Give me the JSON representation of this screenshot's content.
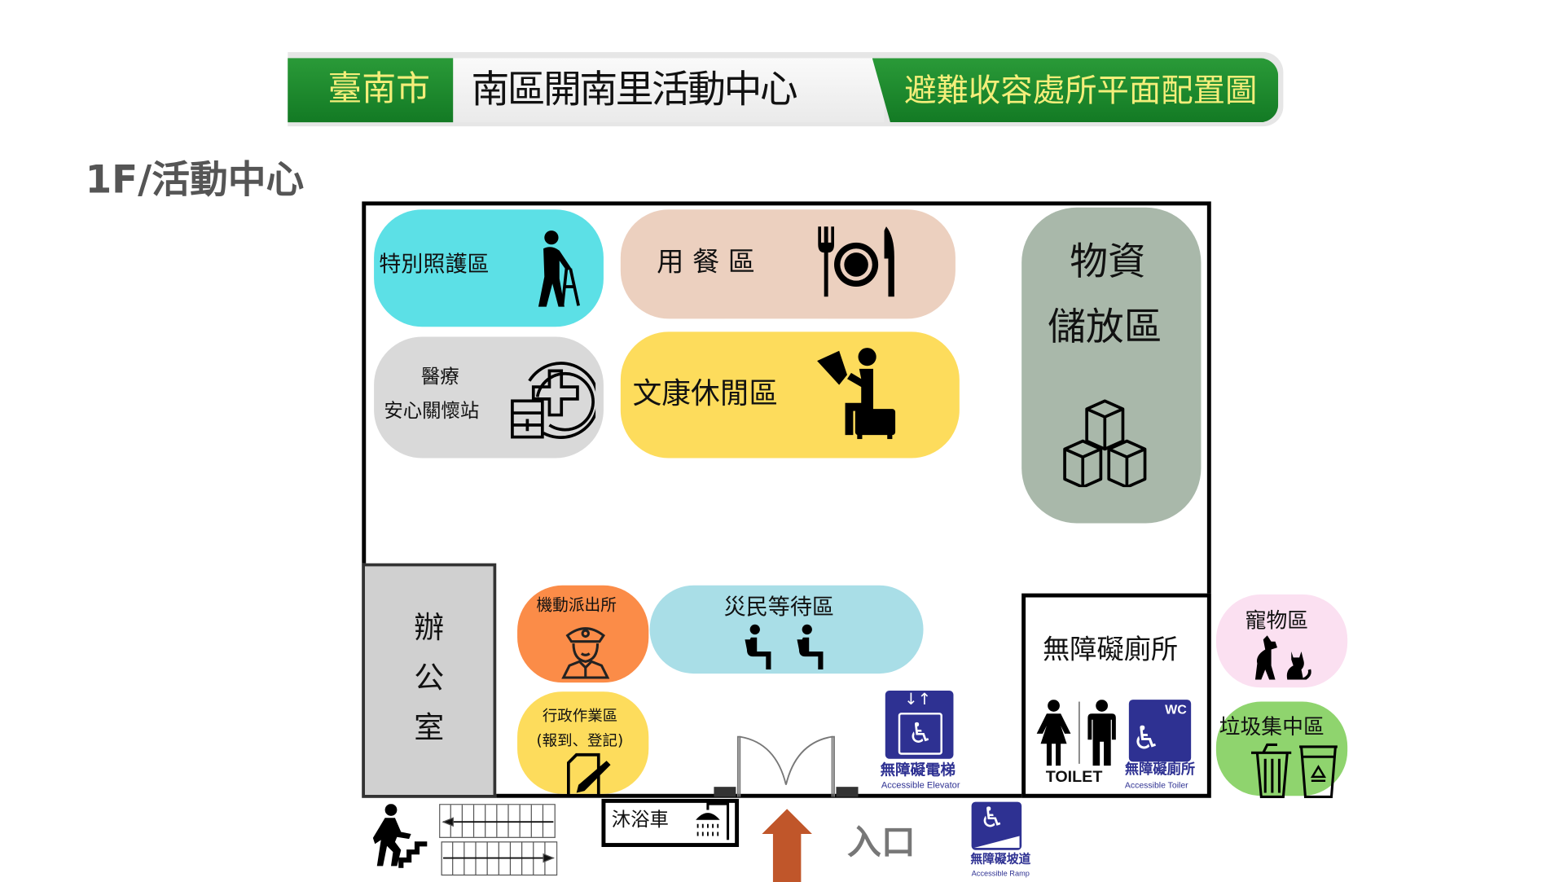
{
  "header": {
    "city": "臺南市",
    "venue": "南區開南里活動中心",
    "plan_title": "避難收容處所平面配置圖"
  },
  "floor_label": "1F/活動中心",
  "zones": {
    "special_care": "特別照護區",
    "dining": "用 餐 區",
    "medical_line1": "醫療",
    "medical_line2": "安心關懷站",
    "recreation": "文康休閒區",
    "storage_line1": "物資",
    "storage_line2": "儲放區",
    "office": [
      "辦",
      "公",
      "室"
    ],
    "police": "機動派出所",
    "waiting": "災民等待區",
    "admin_line1": "行政作業區",
    "admin_line2": "(報到、登記)",
    "accessible_restroom": "無障礙廁所",
    "pet": "寵物區",
    "garbage": "垃圾集中區",
    "shower_truck": "沐浴車",
    "entrance": "入口"
  },
  "signs": {
    "elevator_cn": "無障礙電梯",
    "elevator_en": "Accessible  Elevator",
    "toilet": "TOILET",
    "wc": "WC",
    "acc_toilet_cn": "無障礙廁所",
    "acc_toilet_en": "Accessible  Toiler",
    "ramp_cn": "無障礙坡道",
    "ramp_en": "Accessible Ramp"
  },
  "colors": {
    "banner_green": "#1e8a2e",
    "special_care": "#5ce0e6",
    "dining": "#ecd0bf",
    "medical": "#d9d9d9",
    "recreation": "#fddc5c",
    "storage": "#a9b8aa",
    "police": "#fb8c48",
    "waiting": "#a9dee7",
    "pet": "#fbe0f1",
    "garbage": "#8fd46e",
    "sign_blue": "#2e3192",
    "entrance_arrow": "#c0562a"
  }
}
